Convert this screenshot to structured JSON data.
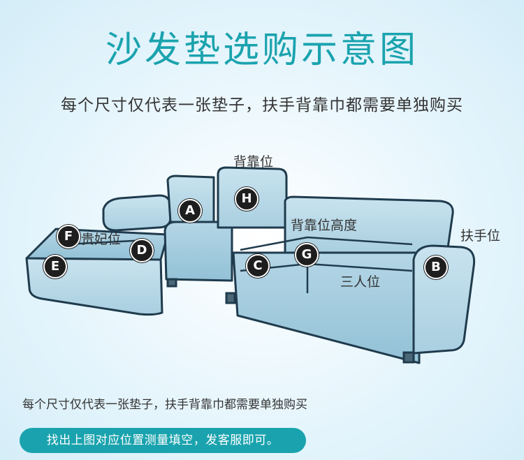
{
  "header": {
    "title": "沙发垫选购示意图",
    "subtitle": "每个尺寸仅代表一张垫子，扶手背靠巾都需要单独购买"
  },
  "labels": {
    "backrest": "背靠位",
    "backrest_height": "背靠位高度",
    "armrest": "扶手位",
    "chaise": "贵妃位",
    "three_seat": "三人位"
  },
  "markers": {
    "a": "A",
    "b": "B",
    "c": "C",
    "d": "D",
    "e": "E",
    "f": "F",
    "g": "G",
    "h": "H"
  },
  "footer": {
    "note": "每个尺寸仅代表一张垫子，扶手背靠巾都需要单独购买",
    "action": "找出上图对应位置测量填空，发客服即可。"
  },
  "colors": {
    "accent": "#1aa3ae",
    "marker": "#1e1e1e",
    "text": "#333333"
  }
}
